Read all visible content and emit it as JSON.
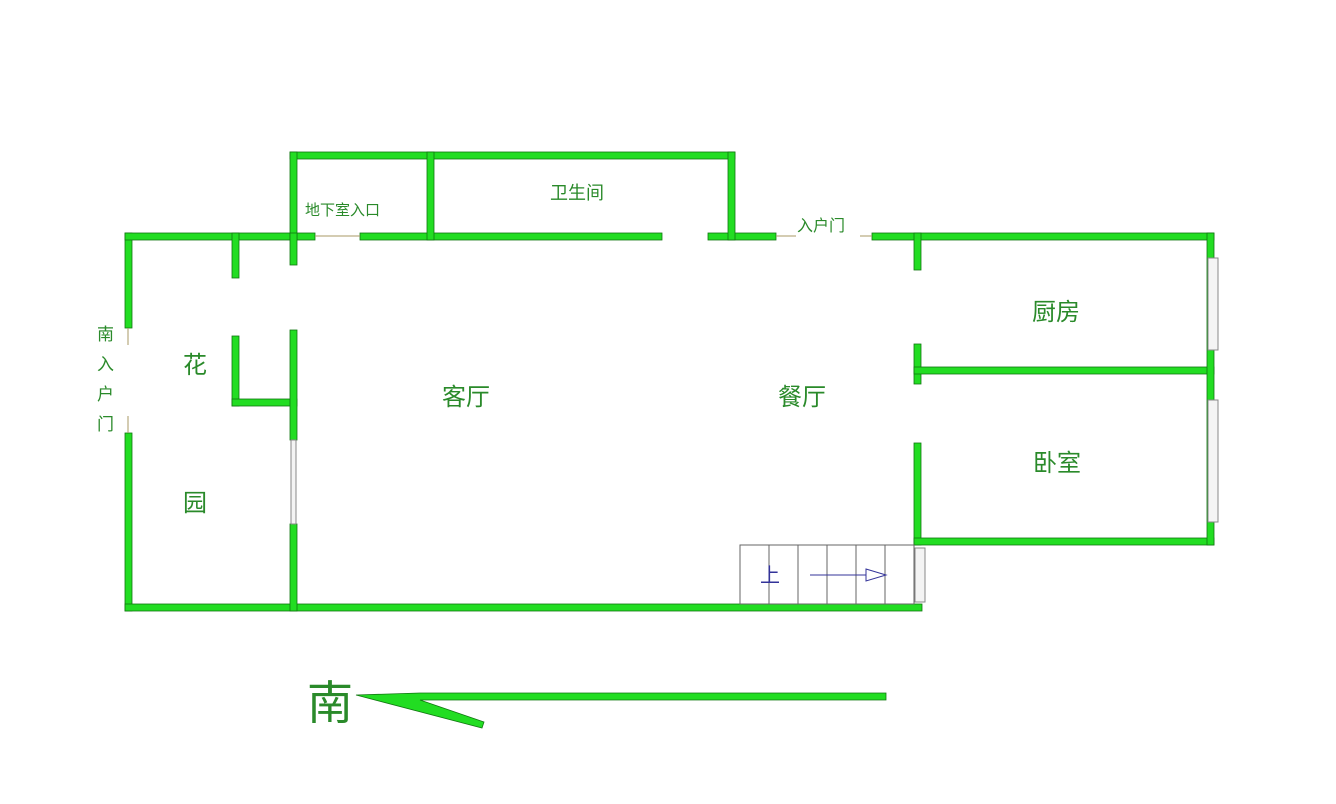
{
  "colors": {
    "wall": "#22dd22",
    "wall_edge": "#117711",
    "label": "#2a8a2a",
    "stair": "#333399",
    "window_frame": "#888888",
    "background": "#ffffff"
  },
  "labels": {
    "basement_entrance": "地下室入口",
    "bathroom": "卫生间",
    "entry_door": "入户门",
    "kitchen": "厨房",
    "living_room": "客厅",
    "dining_room": "餐厅",
    "bedroom": "卧室",
    "garden_top": "花",
    "garden_bottom": "园",
    "south_door_1": "南",
    "south_door_2": "入",
    "south_door_3": "户",
    "south_door_4": "门",
    "stairs_up": "上",
    "compass_south": "南"
  },
  "icons": {
    "stairs": "stairs-icon",
    "compass_arrow": "arrow-left-icon"
  }
}
